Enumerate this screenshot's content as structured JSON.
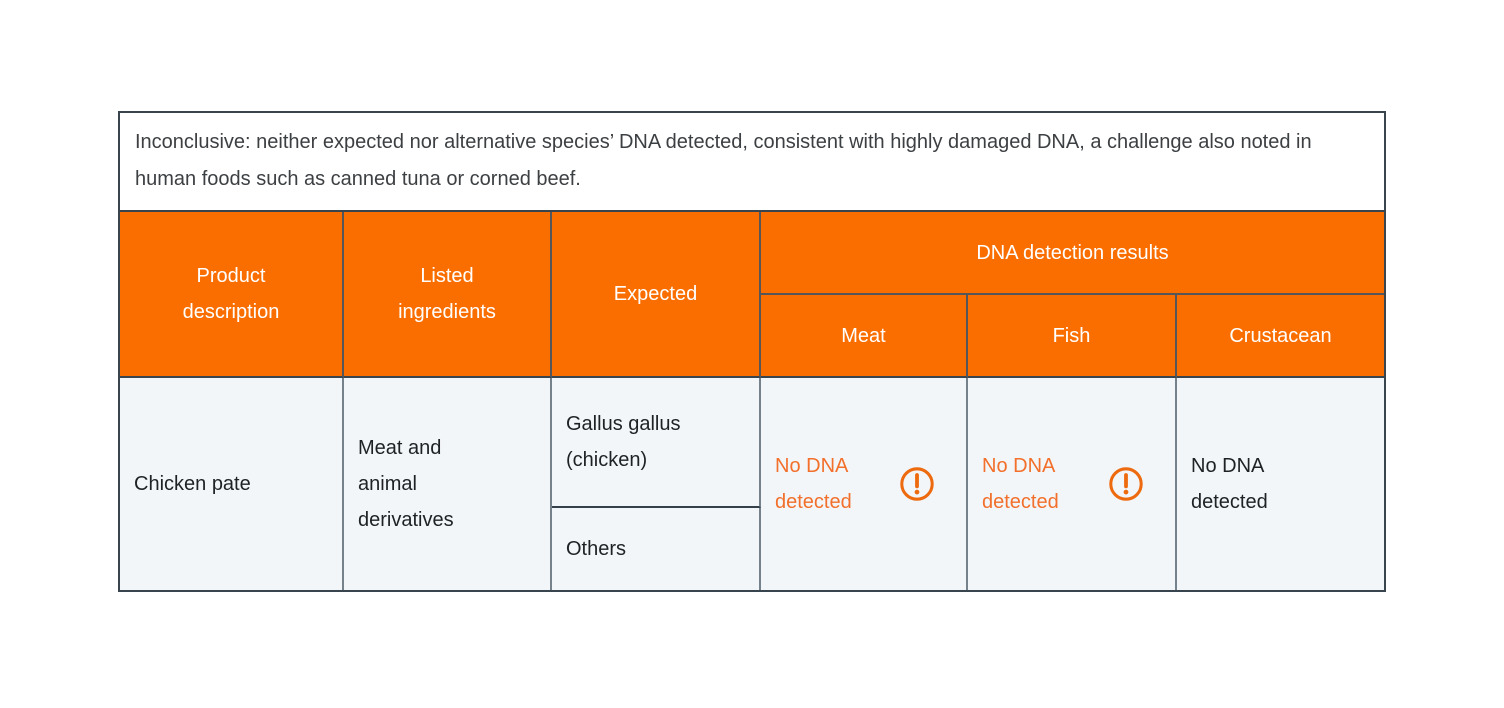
{
  "note": {
    "text": "Inconclusive: neither expected nor alternative species’ DNA detected, consistent with highly damaged DNA, a challenge also noted in human foods such as canned tuna or corned beef."
  },
  "table": {
    "header": {
      "product_description": "Product description",
      "listed_ingredients": "Listed ingredients",
      "expected": "Expected",
      "dna_detection_results": "DNA detection results",
      "meat": "Meat",
      "fish": "Fish",
      "crustacean": "Crustacean"
    },
    "row": {
      "product_description": "Chicken pate",
      "listed_ingredients": "Meat and animal derivatives",
      "expected_species": "Gallus gallus (chicken)",
      "expected_others": "Others",
      "results": {
        "meat": {
          "text": "No DNA detected",
          "status": "alert"
        },
        "fish": {
          "text": "No DNA detected",
          "status": "alert"
        },
        "crustacean": {
          "text": "No DNA detected",
          "status": "normal"
        }
      }
    }
  },
  "icons": {
    "alert": "exclamation-circle-icon"
  },
  "colors": {
    "header_orange": "#FA6E00",
    "alert_orange_text": "#F2702B",
    "alert_orange_icon": "#ED6A0F",
    "row_background": "#F3F6F9",
    "outer_border": "#39454E",
    "header_divider": "#54565A",
    "row_divider": "#75828C",
    "note_text": "#3D4043",
    "data_text": "#1F2224"
  },
  "chart_data": {
    "type": "table",
    "note": "Inconclusive: neither expected nor alternative species’ DNA detected, consistent with highly damaged DNA, a challenge also noted in human foods such as canned tuna or corned beef.",
    "column_groups": [
      {
        "label": "DNA detection results",
        "columns": [
          "Meat",
          "Fish",
          "Crustacean"
        ]
      }
    ],
    "columns": [
      "Product description",
      "Listed ingredients",
      "Expected",
      "Meat",
      "Fish",
      "Crustacean"
    ],
    "rows": [
      {
        "product_description": "Chicken pate",
        "listed_ingredients": "Meat and animal derivatives",
        "expected": [
          "Gallus gallus (chicken)",
          "Others"
        ],
        "meat": "No DNA detected (alert)",
        "fish": "No DNA detected (alert)",
        "crustacean": "No DNA detected"
      }
    ]
  }
}
